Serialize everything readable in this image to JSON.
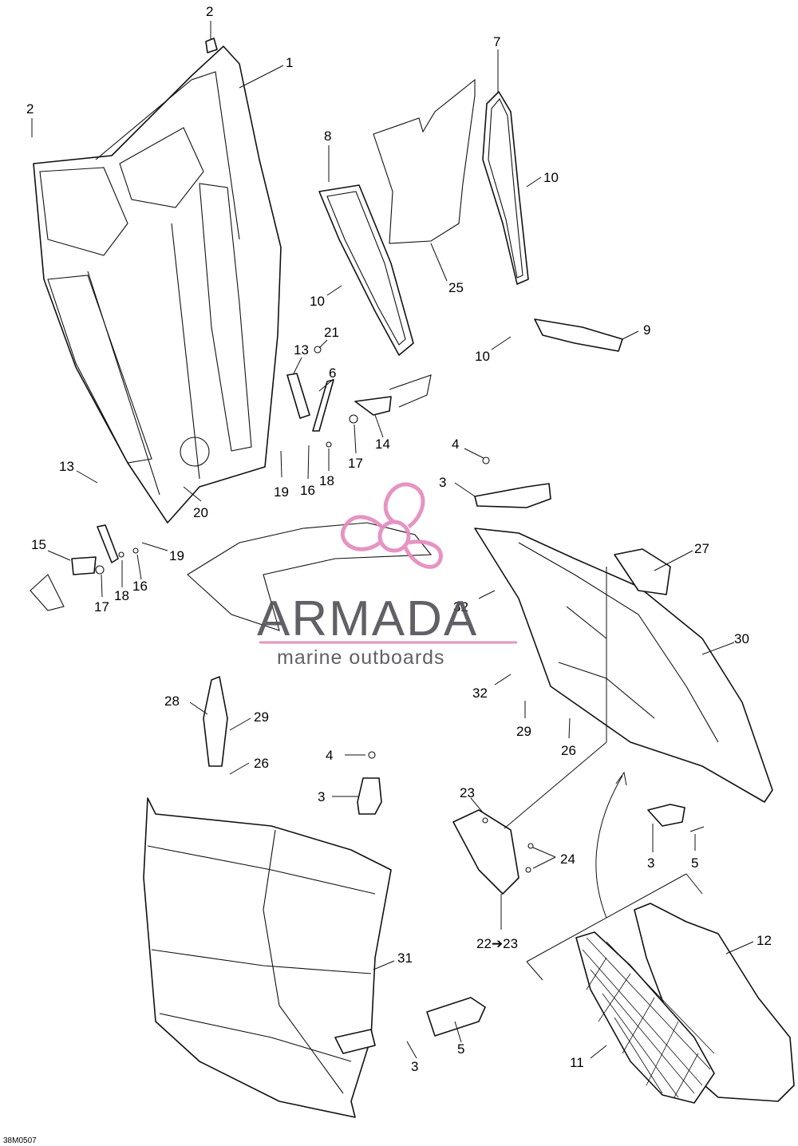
{
  "watermark": {
    "brand": "ARMADA",
    "tagline": "marine outboards",
    "accent_color": "#e48bbd",
    "text_color": "#55535a"
  },
  "drawing_code": "38M0507",
  "callouts": {
    "c2a": "2",
    "c1": "1",
    "c2b": "2",
    "c7": "7",
    "c8": "8",
    "c10a": "10",
    "c10b": "10",
    "c25": "25",
    "c9": "9",
    "c10c": "10",
    "c21": "21",
    "c13a": "13",
    "c6": "6",
    "c14": "14",
    "c17a": "17",
    "c19a": "19",
    "c16a": "16",
    "c18a": "18",
    "c20": "20",
    "c4a": "4",
    "c3a": "3",
    "c13b": "13",
    "c15": "15",
    "c19b": "19",
    "c17b": "17",
    "c18b": "18",
    "c16b": "16",
    "c27": "27",
    "c32a": "32",
    "c30": "30",
    "c32b": "32",
    "c29a": "29",
    "c26a": "26",
    "c28": "28",
    "c29b": "29",
    "c26b": "26",
    "c4b": "4",
    "c3b": "3",
    "c23": "23",
    "c24": "24",
    "c3c": "3",
    "c5a": "5",
    "c22": "22➔23",
    "c12": "12",
    "c31": "31",
    "c5b": "5",
    "c3d": "3",
    "c11": "11"
  }
}
